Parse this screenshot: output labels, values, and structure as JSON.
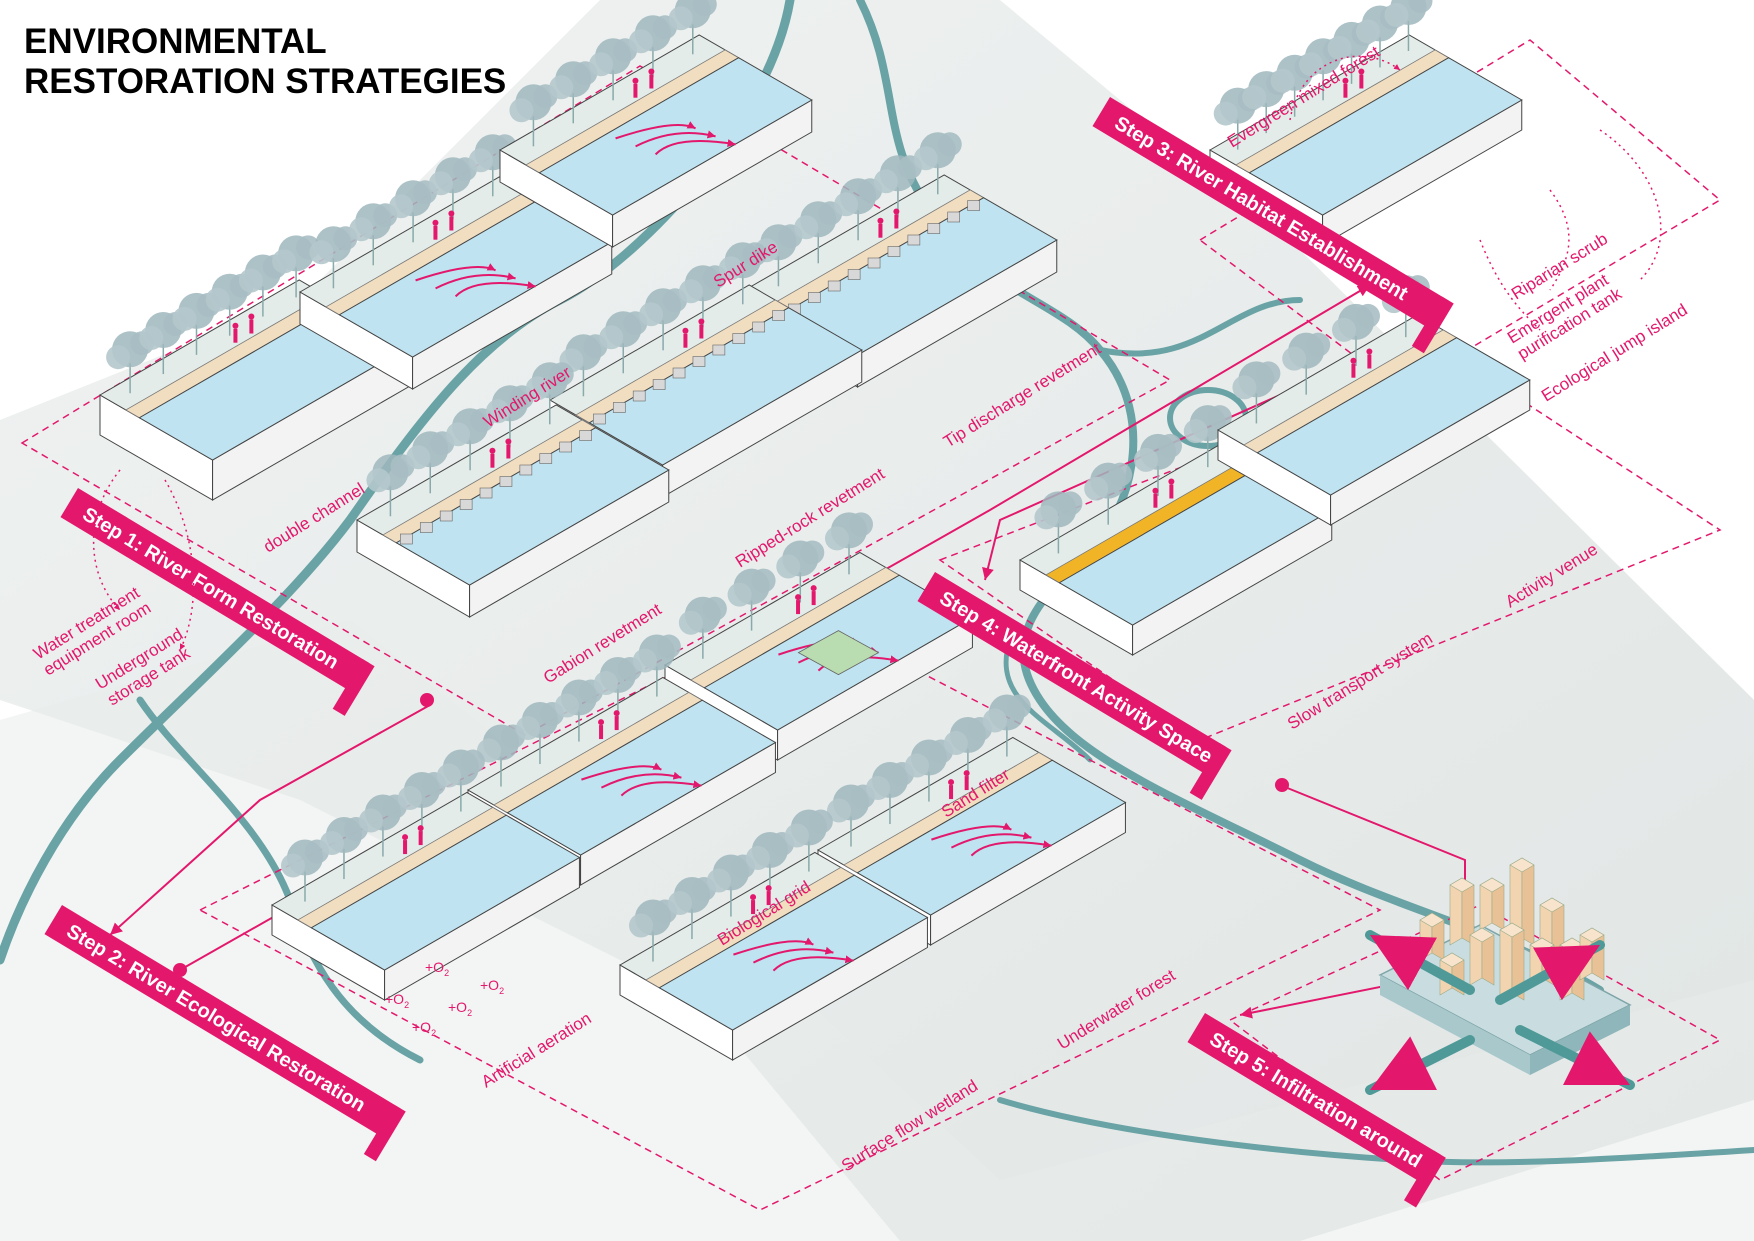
{
  "title": {
    "line1": "ENVIRONMENTAL",
    "line2": "RESTORATION STRATEGIES"
  },
  "colors": {
    "accent": "#e3186c",
    "water": "#bfe3f1",
    "river": "#6aa3a5",
    "tree": "#9fb7bd",
    "path": "#f1ddbf",
    "slow_path": "#f2b427"
  },
  "steps": [
    {
      "label": "Step 1: River Form Restoration"
    },
    {
      "label": "Step 2: River Ecological Restoration"
    },
    {
      "label": "Step 3: River Habitat Establishment"
    },
    {
      "label": "Step 4: Waterfront Activity Space"
    },
    {
      "label": "Step 5: Infiltration around"
    }
  ],
  "strategies": {
    "double_channel": "double channel",
    "winding_river": "Winding river",
    "spur_dike": "Spur dike",
    "tip_discharge": "Tip discharge revetment",
    "ripped_rock": "Ripped-rock revetment",
    "gabion": "Gabion revetment",
    "sand_filter": "Sand filter",
    "biological_grid": "Biological grid",
    "artificial_aeration": "Artificial aeration",
    "underwater_forest": "Underwater forest",
    "surface_flow_wetland": "Surface flow wetland",
    "slow_transport": "Slow transport system",
    "activity_venue": "Activity venue"
  },
  "annotations": {
    "water_treatment_1": "Water treatment",
    "water_treatment_2": "equipment room",
    "underground_1": "Underground",
    "underground_2": "storage tank",
    "evergreen": "Evergreen mixed forest",
    "riparian": "Riparian scrub",
    "emergent_1": "Emergent plant",
    "emergent_2": "purification tank",
    "jump_island": "Ecological jump island"
  },
  "aeration": {
    "o2": "+O",
    "sub": "2"
  }
}
